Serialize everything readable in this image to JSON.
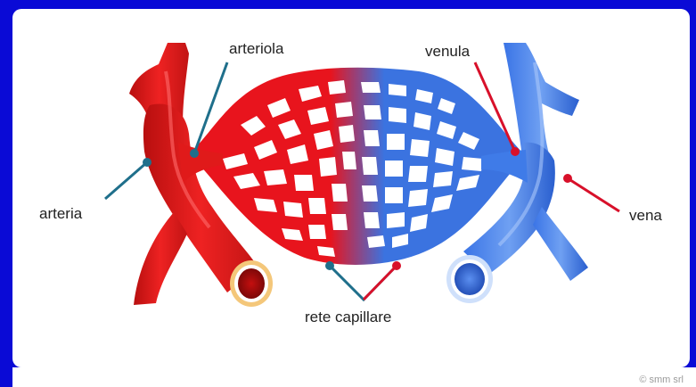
{
  "labels": {
    "arteriola": "arteriola",
    "arteria": "arteria",
    "venula": "venula",
    "vena": "vena",
    "rete_capillare": "rete capillare"
  },
  "credit": "© smm srl",
  "colors": {
    "background": "#0a0ad6",
    "artery": "#e01a1a",
    "artery_dark": "#a30d0d",
    "vein": "#3f7be8",
    "vein_dark": "#1f4fb8",
    "pointer_blue": "#1f6f8b",
    "pointer_red": "#d8102a"
  }
}
